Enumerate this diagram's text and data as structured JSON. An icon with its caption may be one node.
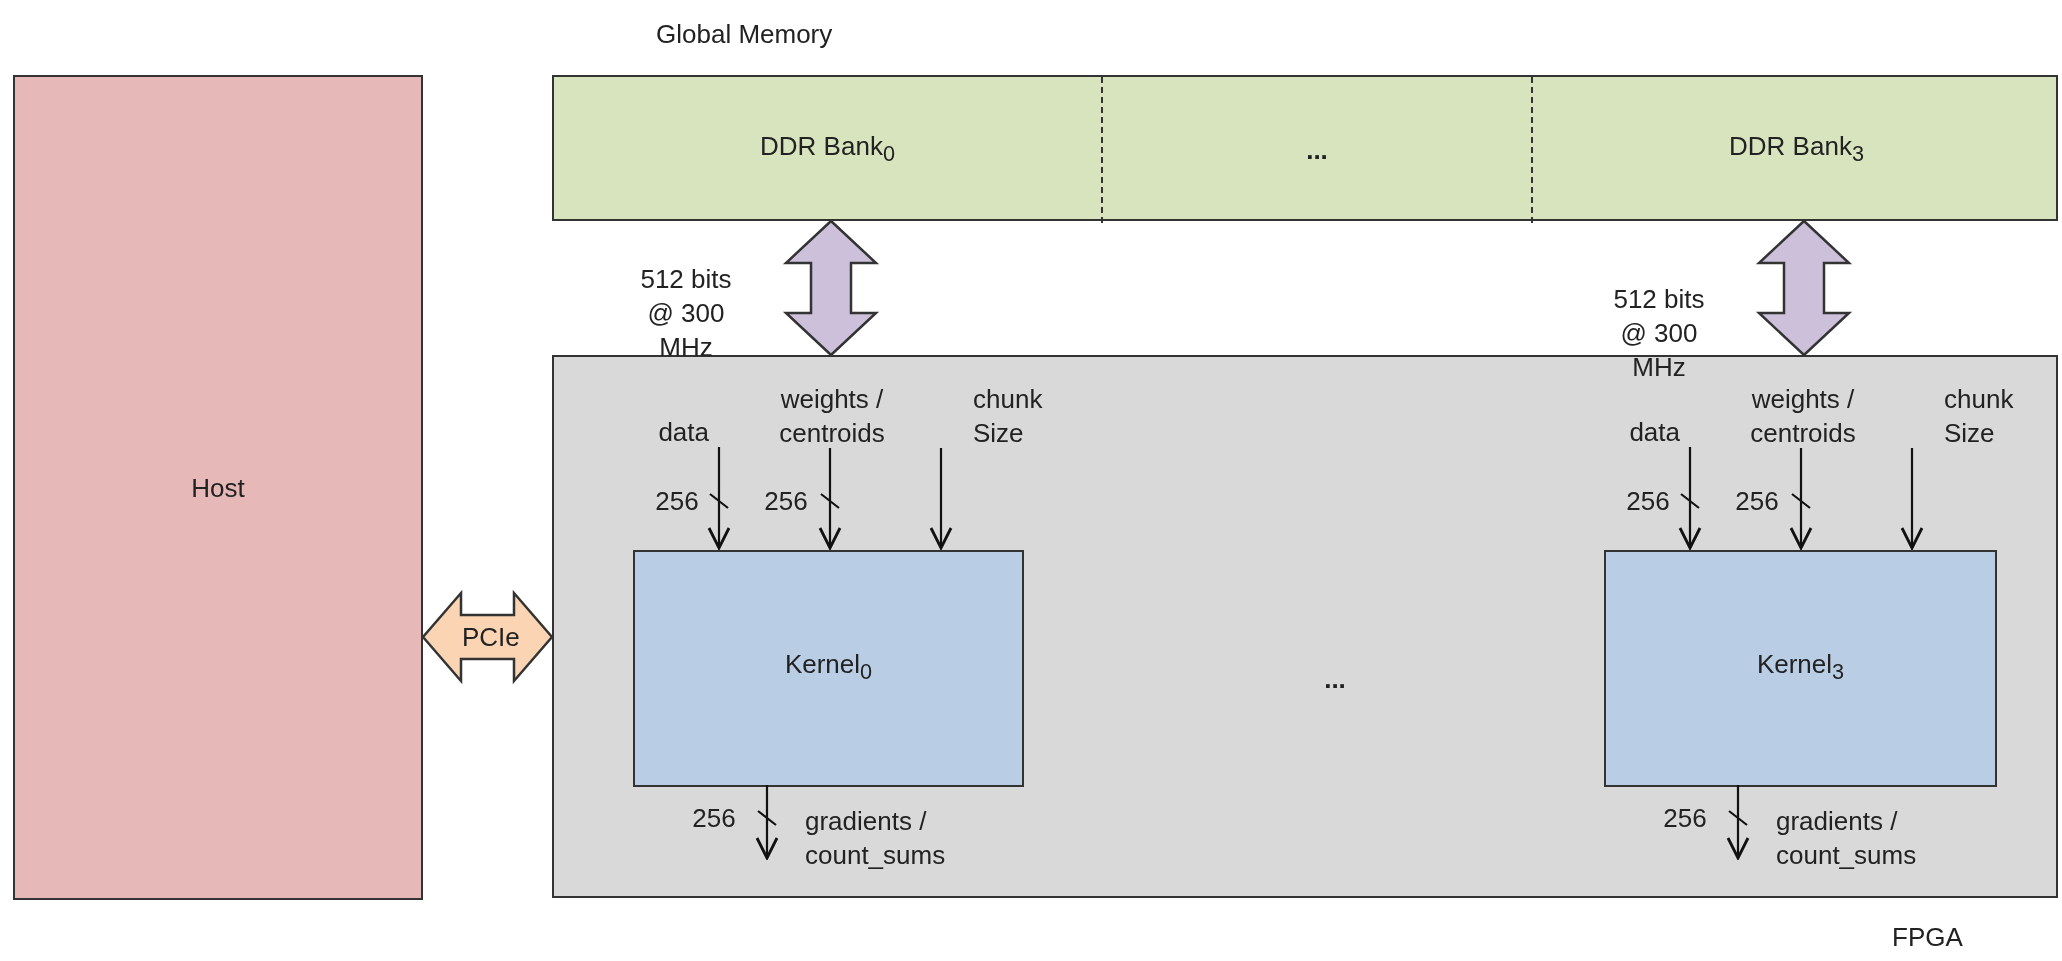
{
  "diagram": {
    "nodes": [
      {
        "text": [
          "Host"
        ]
      },
      {
        "text": [
          "Global Memory"
        ]
      },
      {
        "text": [
          "DDR Bank$_{0}$"
        ],
        "in": 1
      },
      {
        "text": [
          "..."
        ],
        "in": 1
      },
      {
        "text": [
          "DDR Bank$_{3}$"
        ],
        "in": 1
      },
      {
        "text": [
          "FPGA"
        ]
      },
      {
        "text": [
          "data"
        ],
        "in": 5
      },
      {
        "text": [
          "weights / centroids"
        ],
        "in": 5
      },
      {
        "text": [
          "chunk Size"
        ],
        "in": 5
      },
      {
        "text": [
          "Kernel$_{0}$"
        ],
        "in": 5
      },
      {
        "text": [
          "data"
        ],
        "in": 5
      },
      {
        "text": [
          "weights / centroids"
        ],
        "in": 5
      },
      {
        "text": [
          "chunk Size"
        ],
        "in": 5
      },
      {
        "text": [
          "Kernel$_{3}$"
        ],
        "in": 5
      },
      {
        "text": [
          "gradients / count_sums"
        ],
        "in": 5
      },
      {
        "text": [
          "gradients / count_sums"
        ],
        "in": 5
      }
    ],
    "edges": [
      {
        "from": 0,
        "to": 5,
        "arrow": "both",
        "label": "PCIe",
        "style": "thick",
        "color": "#fbd4b4"
      },
      {
        "from": 2,
        "to": 5,
        "arrow": "both",
        "label": "512 bits @ 300 MHz",
        "style": "thick",
        "color": "#ccc0da"
      },
      {
        "from": 4,
        "to": 5,
        "arrow": "both",
        "label": "512 bits @ 300 MHz",
        "style": "thick",
        "color": "#ccc0da"
      },
      {
        "from": 6,
        "to": 9,
        "arrow": "to",
        "label": "256"
      },
      {
        "from": 7,
        "to": 9,
        "arrow": "to",
        "label": "256"
      },
      {
        "from": 8,
        "to": 9,
        "arrow": "to"
      },
      {
        "from": 9,
        "to": 14,
        "arrow": "to",
        "label": "256"
      },
      {
        "from": 10,
        "to": 13,
        "arrow": "to",
        "label": "256"
      },
      {
        "from": 11,
        "to": 13,
        "arrow": "to",
        "label": "256"
      },
      {
        "from": 12,
        "to": 13,
        "arrow": "to"
      },
      {
        "from": 13,
        "to": 15,
        "arrow": "to",
        "label": "256"
      }
    ],
    "labels": [
      "..."
    ]
  }
}
